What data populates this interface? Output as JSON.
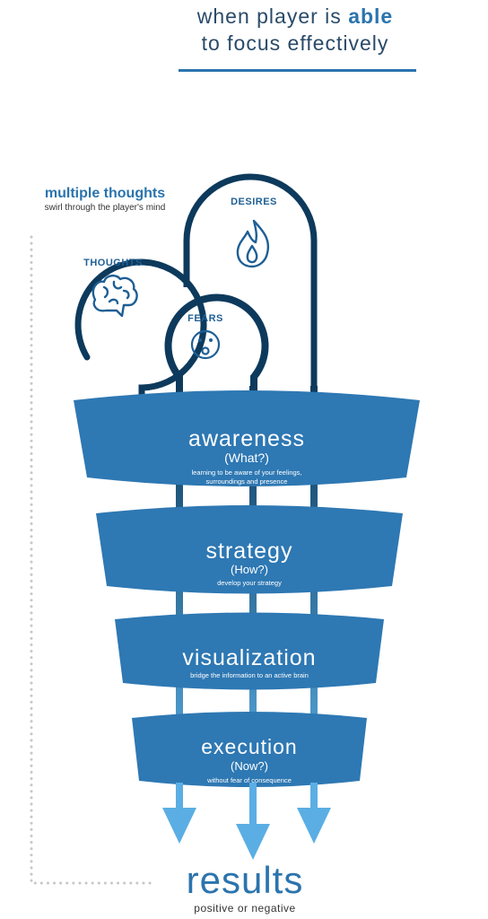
{
  "header": {
    "line1_prefix": "when player is ",
    "line1_emphasis": "able",
    "line2": "to focus effectively"
  },
  "side_note": {
    "title": "multiple thoughts",
    "subtitle": "swirl through the player's mind"
  },
  "bubbles": [
    {
      "label": "THOUGHTS",
      "icon": "brain-icon"
    },
    {
      "label": "DESIRES",
      "icon": "flame-icon"
    },
    {
      "label": "FEARS",
      "icon": "worried-face-icon"
    }
  ],
  "stages": [
    {
      "title": "awareness",
      "question": "(What?)",
      "desc": [
        "learning to be aware of your feelings,",
        "surroundings and presence"
      ]
    },
    {
      "title": "strategy",
      "question": "(How?)",
      "desc": [
        "develop your strategy"
      ]
    },
    {
      "title": "visualization",
      "question": "",
      "desc": [
        "bridge the information to an active brain"
      ]
    },
    {
      "title": "execution",
      "question": "(Now?)",
      "desc": [
        "without fear of consequence"
      ]
    }
  ],
  "result": {
    "title": "results",
    "subtitle": "positive or negative"
  },
  "colors": {
    "navy": "#0d3a5c",
    "funnel": "#2e78b3",
    "arrow": "#5aaee4",
    "dots": "#c8c8c8",
    "accent": "#2b74ae"
  }
}
